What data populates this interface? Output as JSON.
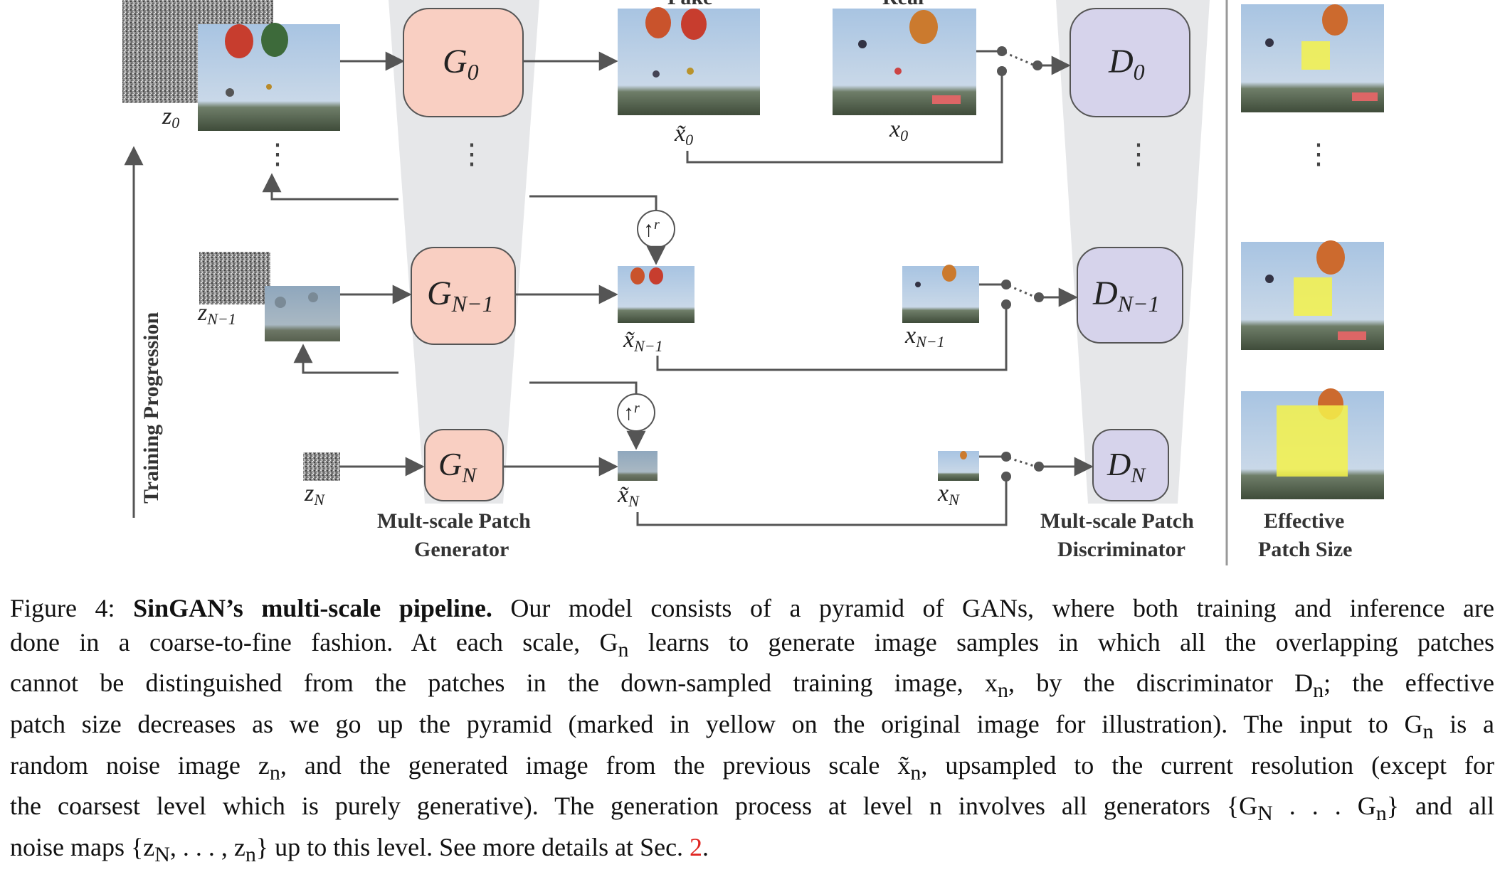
{
  "figure": {
    "top_labels": {
      "fake": "Fake",
      "real": "Real"
    },
    "training_progression": "Training Progression",
    "generator_label_line1": "Mult-scale Patch",
    "generator_label_line2": "Generator",
    "discriminator_label_line1": "Mult-scale Patch",
    "discriminator_label_line2": "Discriminator",
    "patch_label_line1": "Effective",
    "patch_label_line2": "Patch Size",
    "vdots": "⋮",
    "upsample_symbol": "↑",
    "upsample_sup": "r",
    "rows": [
      {
        "gen": "G",
        "gen_sub": "0",
        "disc": "D",
        "disc_sub": "0",
        "noise": "z",
        "noise_sub": "0",
        "fake": "x̃",
        "fake_sub": "0",
        "real": "x",
        "real_sub": "0"
      },
      {
        "gen": "G",
        "gen_sub": "N−1",
        "disc": "D",
        "disc_sub": "N−1",
        "noise": "z",
        "noise_sub": "N−1",
        "fake": "x̃",
        "fake_sub": "N−1",
        "real": "x",
        "real_sub": "N−1"
      },
      {
        "gen": "G",
        "gen_sub": "N",
        "disc": "D",
        "disc_sub": "N",
        "noise": "z",
        "noise_sub": "N",
        "fake": "x̃",
        "fake_sub": "N",
        "real": "x",
        "real_sub": "N"
      }
    ],
    "colors": {
      "generator": "#f9cfc2",
      "discriminator": "#d6d3eb",
      "funnel": "#e6e7e9",
      "patch": "#f4f24a",
      "sky": "#b9cfe6",
      "ground": "#5b6a57"
    }
  },
  "caption": {
    "l1_pre": "Figure 4: ",
    "l1_bold": "SinGAN’s multi-scale pipeline.",
    "l1_post": " Our model consists of a pyramid of GANs, where both training and inference are",
    "l2": "done in a coarse-to-fine fashion.  At each scale, G",
    "l2_sub": "n",
    "l2_post": " learns to generate image samples in which all the overlapping patches",
    "l3": "cannot be distinguished from the patches in the down-sampled training image, x",
    "l3_sub": "n",
    "l3_mid": ", by the discriminator D",
    "l3_sub2": "n",
    "l3_post": "; the effective",
    "l4": "patch size decreases as we go up the pyramid (marked in yellow on the original image for illustration). The input to G",
    "l4_sub": "n",
    "l4_post": " is a",
    "l5": "random noise image z",
    "l5_sub": "n",
    "l5_mid": ", and the generated image from the previous scale x̃",
    "l5_sub2": "n",
    "l5_post": ", upsampled to the current resolution (except for",
    "l6": "the coarsest level which is purely generative). The generation process at level n involves all generators {G",
    "l6_sub": "N",
    "l6_mid": " . . . G",
    "l6_sub2": "n",
    "l6_post": "} and all",
    "l7": "noise maps {z",
    "l7_sub": "N",
    "l7_mid": ", . . . , z",
    "l7_sub2": "n",
    "l7_post": "} up to this level. See more details at Sec. ",
    "l7_ref": "2",
    "l7_end": "."
  }
}
